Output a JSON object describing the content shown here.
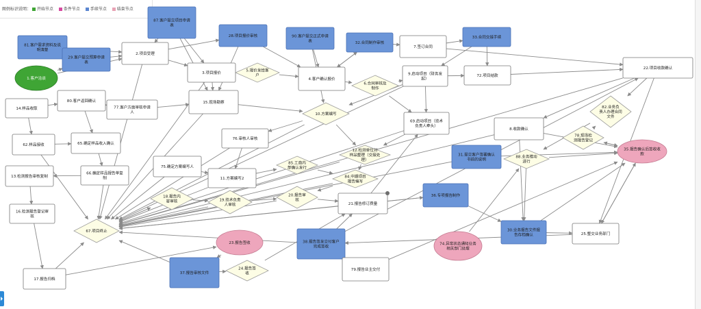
{
  "legend": {
    "title": "图例标识说明：",
    "items": [
      {
        "label": "开始节点",
        "color": "#3fa535"
      },
      {
        "label": "条件节点",
        "color": "#d64aa0"
      },
      {
        "label": "手续节点",
        "color": "#5b86d0"
      },
      {
        "label": "结束节点",
        "color": "#e8a3b5"
      }
    ]
  },
  "colors": {
    "start": "#3fa535",
    "task": "#ffffff",
    "procedure": "#6b95d8",
    "decision": "#fdfde5",
    "end": "#eea6bc",
    "edge": "#8a8a8a"
  },
  "nodes": [
    {
      "id": "n1",
      "type": "start",
      "label": "1.客户洽谈"
    },
    {
      "id": "n81",
      "type": "procedure",
      "label": "81.客户需求资料及说明清楚"
    },
    {
      "id": "n87",
      "type": "procedure",
      "label": "87.客户提交项目申请表"
    },
    {
      "id": "n29",
      "type": "procedure",
      "label": "29.客户提交预算申请表"
    },
    {
      "id": "n2",
      "type": "task",
      "label": "2.项目受理"
    },
    {
      "id": "n28",
      "type": "procedure",
      "label": "28.项目报价审核"
    },
    {
      "id": "n90",
      "type": "procedure",
      "label": "90.客户提交正式申请表"
    },
    {
      "id": "n32",
      "type": "procedure",
      "label": "32.合同制作审核"
    },
    {
      "id": "n7",
      "type": "task",
      "label": "7.签订合同"
    },
    {
      "id": "n33",
      "type": "procedure",
      "label": "33.合同交接手续"
    },
    {
      "id": "n22",
      "type": "task",
      "label": "22.项目收款确认"
    },
    {
      "id": "n3",
      "type": "task",
      "label": "3.项目报价"
    },
    {
      "id": "n4",
      "type": "task",
      "label": "4.客户确认报价"
    },
    {
      "id": "n5",
      "type": "decision",
      "label": "5.报价发给客户"
    },
    {
      "id": "n6",
      "type": "decision",
      "label": "6.合同审核及制作"
    },
    {
      "id": "n9",
      "type": "task",
      "label": "9.启动项目（财务发起）"
    },
    {
      "id": "n72",
      "type": "task",
      "label": "72.项目结款"
    },
    {
      "id": "n14",
      "type": "task",
      "label": "14.样品收取"
    },
    {
      "id": "n80",
      "type": "task",
      "label": "80.客户返回确认"
    },
    {
      "id": "n77",
      "type": "task",
      "label": "77.客户方面审核申请人"
    },
    {
      "id": "n15",
      "type": "task",
      "label": "15.现场勘察"
    },
    {
      "id": "n10",
      "type": "decision",
      "label": "10.方案编写"
    },
    {
      "id": "n69",
      "type": "task",
      "label": "69.启动项目（技术负责人牵头）"
    },
    {
      "id": "n82",
      "type": "decision",
      "label": "82.业务负责人办理合同文件"
    },
    {
      "id": "n8",
      "type": "task",
      "label": "8.收款确认"
    },
    {
      "id": "n62",
      "type": "task",
      "label": "62.样品接收"
    },
    {
      "id": "n65",
      "type": "task",
      "label": "65.确定样品收入确认"
    },
    {
      "id": "n76",
      "type": "task",
      "label": "76.审核人审核"
    },
    {
      "id": "n78",
      "type": "decision",
      "label": "78.现场检测报告登记"
    },
    {
      "id": "n35",
      "type": "end",
      "label": "35.报告确认后签收收款"
    },
    {
      "id": "n12",
      "type": "decision",
      "label": "12.检测单位对样品整理（交接处理）"
    },
    {
      "id": "n13",
      "type": "task",
      "label": "13.检测报告审核复制"
    },
    {
      "id": "n75",
      "type": "task",
      "label": "75.确定方案编写人"
    },
    {
      "id": "n66",
      "type": "task",
      "label": "66.确定样品报告单复制"
    },
    {
      "id": "n31",
      "type": "procedure",
      "label": "31.提交客户签署确认书前的说明"
    },
    {
      "id": "n88",
      "type": "decision",
      "label": "88.业务推动进行"
    },
    {
      "id": "n85",
      "type": "decision",
      "label": "85.工商内部确认发行"
    },
    {
      "id": "n11",
      "type": "task",
      "label": "11.方案编写2"
    },
    {
      "id": "n84",
      "type": "decision",
      "label": "84.中期项目报告编写"
    },
    {
      "id": "n16",
      "type": "task",
      "label": "16.检测报告登记审核"
    },
    {
      "id": "n18",
      "type": "decision",
      "label": "18.报告内容审核"
    },
    {
      "id": "n19",
      "type": "decision",
      "label": "19.技术负责人审核"
    },
    {
      "id": "n20",
      "type": "decision",
      "label": "20.报告审核"
    },
    {
      "id": "n21",
      "type": "task",
      "label": "21.报告修订质量"
    },
    {
      "id": "n36",
      "type": "procedure",
      "label": "36.专项报告制作"
    },
    {
      "id": "n25",
      "type": "task",
      "label": "25.整交业务部门"
    },
    {
      "id": "n67",
      "type": "decision",
      "label": "67.项目终止"
    },
    {
      "id": "n23",
      "type": "end",
      "label": "23.报告签收"
    },
    {
      "id": "n38",
      "type": "procedure",
      "label": "38.报告签发交付客户完成签收"
    },
    {
      "id": "n74",
      "type": "end",
      "label": "74.异常状态通知业务相关部门处理"
    },
    {
      "id": "n30",
      "type": "procedure",
      "label": "30.业务报告文件报告存档确认"
    },
    {
      "id": "n17",
      "type": "task",
      "label": "17.报告归档"
    },
    {
      "id": "n37",
      "type": "procedure",
      "label": "37.报告审核文件"
    },
    {
      "id": "n24",
      "type": "decision",
      "label": "24.报告签收"
    },
    {
      "id": "n79",
      "type": "task",
      "label": "79.报告业主交付"
    }
  ],
  "edges": [
    [
      "n1",
      "n29"
    ],
    [
      "n1",
      "n2"
    ],
    [
      "n81",
      "n2"
    ],
    [
      "n29",
      "n2"
    ],
    [
      "n87",
      "n2"
    ],
    [
      "n2",
      "n3"
    ],
    [
      "n2",
      "n28"
    ],
    [
      "n28",
      "n4"
    ],
    [
      "n90",
      "n4"
    ],
    [
      "n87",
      "n3"
    ],
    [
      "n3",
      "n5"
    ],
    [
      "n5",
      "n4"
    ],
    [
      "n4",
      "n6"
    ],
    [
      "n4",
      "n32"
    ],
    [
      "n32",
      "n7"
    ],
    [
      "n7",
      "n33"
    ],
    [
      "n33",
      "n72"
    ],
    [
      "n6",
      "n9"
    ],
    [
      "n9",
      "n72"
    ],
    [
      "n72",
      "n22"
    ],
    [
      "n7",
      "n22"
    ],
    [
      "n9",
      "n10"
    ],
    [
      "n9",
      "n69"
    ],
    [
      "n22",
      "n82"
    ],
    [
      "n22",
      "n8"
    ],
    [
      "n82",
      "n78"
    ],
    [
      "n78",
      "n35"
    ],
    [
      "n8",
      "n35"
    ],
    [
      "n88",
      "n35"
    ],
    [
      "n25",
      "n35"
    ],
    [
      "n30",
      "n35"
    ],
    [
      "n14",
      "n62"
    ],
    [
      "n62",
      "n65"
    ],
    [
      "n65",
      "n66"
    ],
    [
      "n80",
      "n65"
    ],
    [
      "n80",
      "n77"
    ],
    [
      "n77",
      "n15"
    ],
    [
      "n15",
      "n10"
    ],
    [
      "n10",
      "n76"
    ],
    [
      "n10",
      "n12"
    ],
    [
      "n12",
      "n84"
    ],
    [
      "n69",
      "n12"
    ],
    [
      "n76",
      "n11"
    ],
    [
      "n75",
      "n11"
    ],
    [
      "n11",
      "n85"
    ],
    [
      "n85",
      "n84"
    ],
    [
      "n84",
      "n20"
    ],
    [
      "n13",
      "n16"
    ],
    [
      "n16",
      "n17"
    ],
    [
      "n17",
      "n67"
    ],
    [
      "n67",
      "n18"
    ],
    [
      "n18",
      "n19"
    ],
    [
      "n19",
      "n20"
    ],
    [
      "n20",
      "n21"
    ],
    [
      "n21",
      "n36"
    ],
    [
      "n36",
      "n30"
    ],
    [
      "n30",
      "n25"
    ],
    [
      "n35",
      "n25"
    ],
    [
      "n37",
      "n24"
    ],
    [
      "n24",
      "n21"
    ],
    [
      "n38",
      "n22"
    ],
    [
      "n79",
      "n35"
    ],
    [
      "n74",
      "n88"
    ],
    [
      "n31",
      "n35"
    ],
    [
      "n66",
      "n67"
    ],
    [
      "n62",
      "n67"
    ],
    [
      "n15",
      "n67"
    ],
    [
      "n76",
      "n67"
    ],
    [
      "n75",
      "n67"
    ],
    [
      "n11",
      "n67"
    ],
    [
      "n18",
      "n67"
    ],
    [
      "n19",
      "n67"
    ],
    [
      "n20",
      "n67"
    ],
    [
      "n21",
      "n67"
    ],
    [
      "n9",
      "n67"
    ],
    [
      "n69",
      "n67"
    ],
    [
      "n8",
      "n67"
    ],
    [
      "n36",
      "n67"
    ],
    [
      "n31",
      "n67"
    ],
    [
      "n37",
      "n67"
    ],
    [
      "n38",
      "n67"
    ],
    [
      "n12",
      "n67"
    ],
    [
      "n10",
      "n67"
    ],
    [
      "n22",
      "n67"
    ],
    [
      "n84",
      "n67"
    ],
    [
      "n2",
      "n67"
    ],
    [
      "n3",
      "n67"
    ],
    [
      "n17",
      "n23"
    ],
    [
      "n66",
      "n13"
    ],
    [
      "n14",
      "n80"
    ],
    [
      "n32",
      "n4"
    ],
    [
      "n22",
      "n25"
    ],
    [
      "n38",
      "n21"
    ],
    [
      "n23",
      "n37"
    ],
    [
      "n87",
      "n15"
    ],
    [
      "n28",
      "n15"
    ],
    [
      "n3",
      "n15"
    ],
    [
      "n90",
      "n10"
    ],
    [
      "n82",
      "n88"
    ],
    [
      "n35",
      "n78"
    ],
    [
      "n8",
      "n30"
    ],
    [
      "n88",
      "n30"
    ],
    [
      "n25",
      "n38"
    ],
    [
      "n33",
      "n9"
    ],
    [
      "n6",
      "n69"
    ],
    [
      "n21",
      "n69"
    ]
  ]
}
